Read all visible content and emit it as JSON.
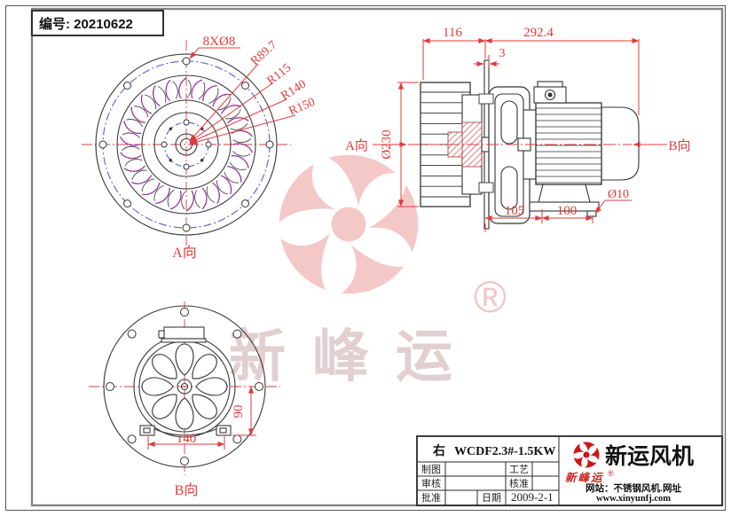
{
  "header": {
    "serial": "编号: 20210622"
  },
  "front_view": {
    "direction_label": "A向",
    "bolt_note": "8XØ8",
    "radius_labels": [
      "R89.7",
      "R115",
      "R140",
      "R150"
    ]
  },
  "side_view": {
    "left_direction_label": "A向",
    "right_direction_label": "B向",
    "dim_116": "116",
    "dim_3": "3",
    "dim_292": "292.4",
    "dia_230": "Ø230",
    "dim_105": "105",
    "dim_100": "100",
    "dia_10": "Ø10"
  },
  "back_view": {
    "direction_label": "B向",
    "dim_140": "140",
    "dim_90": "90"
  },
  "watermark": {
    "brand": "新峰运",
    "registered": "®"
  },
  "title_block": {
    "orientation": "右",
    "model": "WCDF2.3#-1.5KW",
    "cells": {
      "draw": "制图",
      "process": "工艺",
      "check": "审核",
      "approve": "核准",
      "ratify": "批准",
      "date_label": "日期",
      "date_value": "2009-2-1"
    },
    "company": "新运风机",
    "brand_script": "新峰运",
    "registered": "®",
    "website_line1": "网站：不锈钢风机.网址",
    "website_line2": "www.xinyunfj.com"
  },
  "colors": {
    "dim_red": "#e23b3b",
    "line": "#3a3a3a",
    "blue": "#5b5bdb",
    "magenta": "#9c35a0",
    "logo_red": "#cc1616",
    "watermark_pink": "#f5c8c8",
    "watermark_text": "#e2cfcf"
  }
}
